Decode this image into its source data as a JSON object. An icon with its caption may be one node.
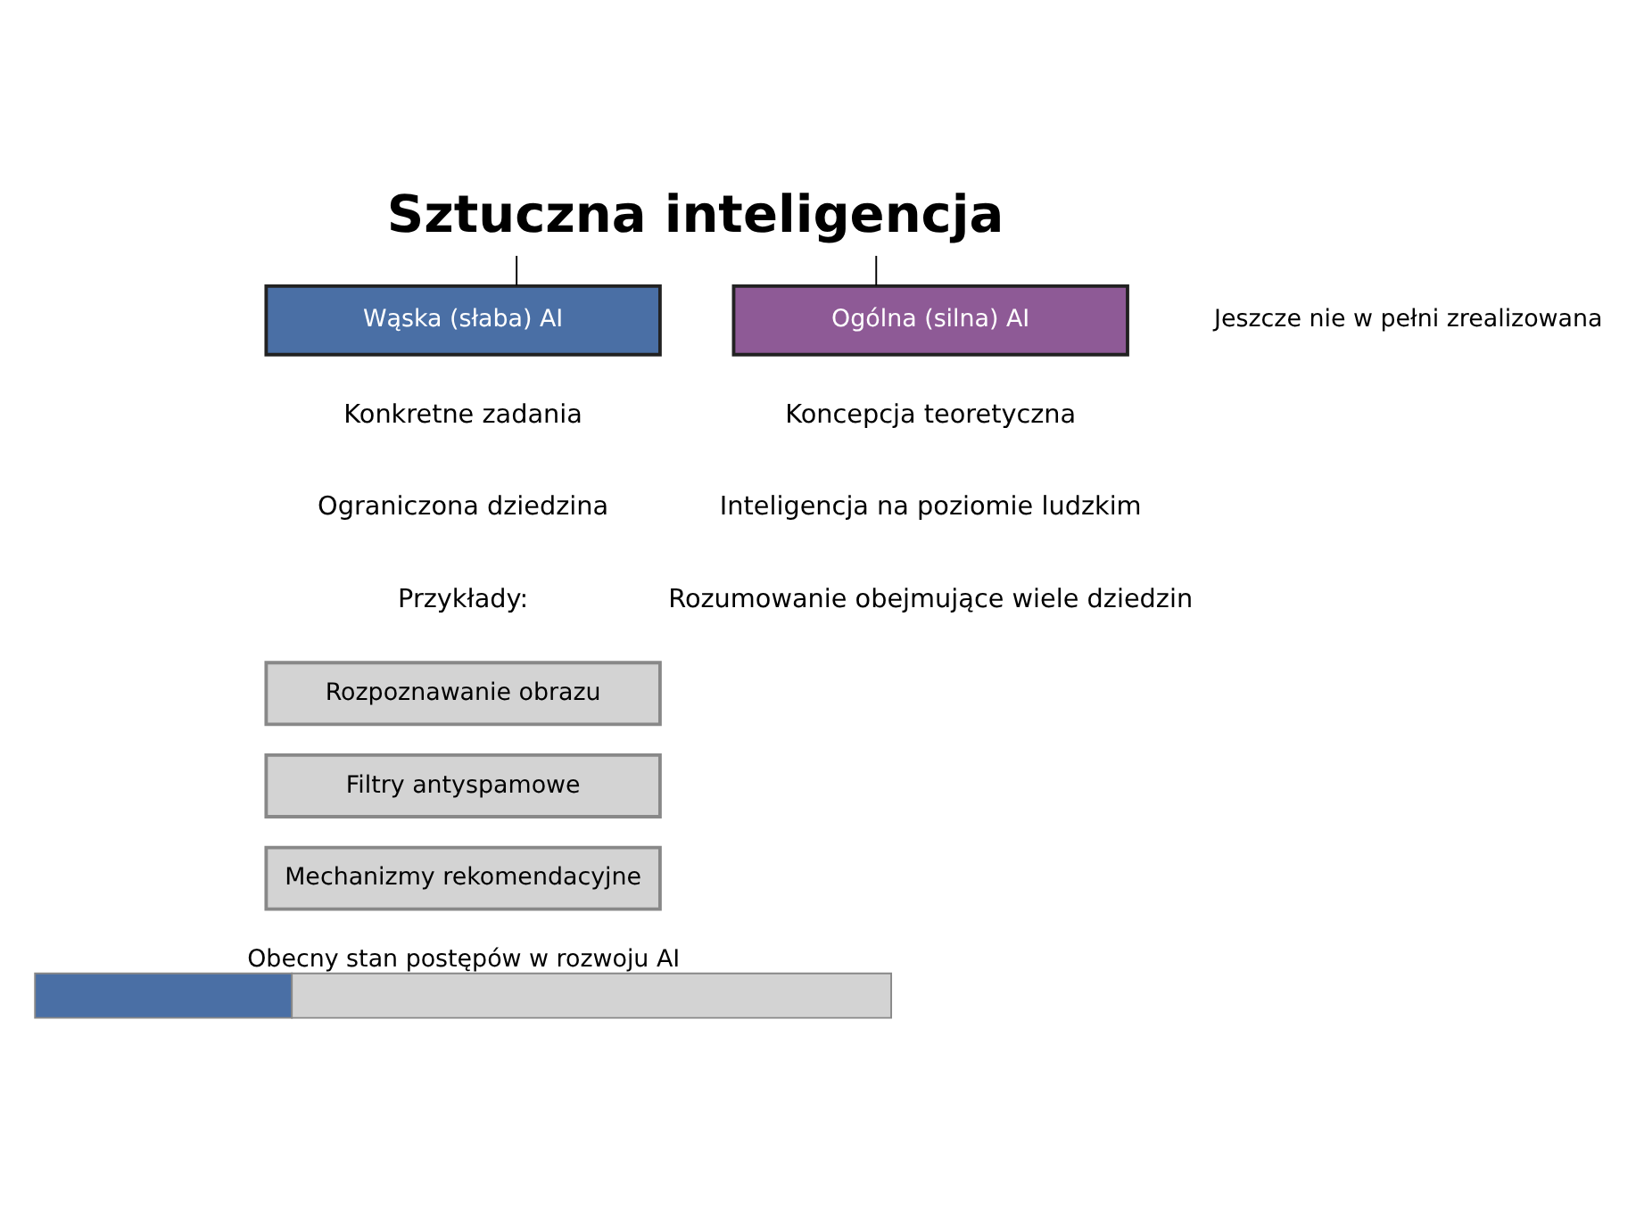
{
  "diagram": {
    "nodes": [
      {
        "text": [
          "Sztuczna inteligencja"
        ]
      },
      {
        "text": [
          "Wąska (słaba) AI"
        ]
      },
      {
        "text": [
          "Ogólna (silna) AI"
        ],
        "beside": [
          "Jeszcze nie w pełni zrealizowana"
        ]
      },
      {
        "text": [
          "Rozpoznawanie obrazu"
        ]
      },
      {
        "text": [
          "Filtry antyspamowe"
        ]
      },
      {
        "text": [
          "Mechanizmy rekomendacyjne"
        ]
      },
      {
        "text": [],
        "shape": "bar",
        "beside": [
          "Obecny stan postępów w rozwoju AI"
        ]
      }
    ],
    "edges": [
      {
        "from": 0,
        "to": 1,
        "arrow": "none"
      },
      {
        "from": 0,
        "to": 2,
        "arrow": "none"
      }
    ],
    "labels": [
      "Konkretne zadania",
      "Ograniczona dziedzina",
      "Przykłady:",
      "Koncepcja teoretyczna",
      "Inteligencja na poziomie ludzkim",
      "Rozumowanie obejmujące wiele dziedzin"
    ]
  }
}
